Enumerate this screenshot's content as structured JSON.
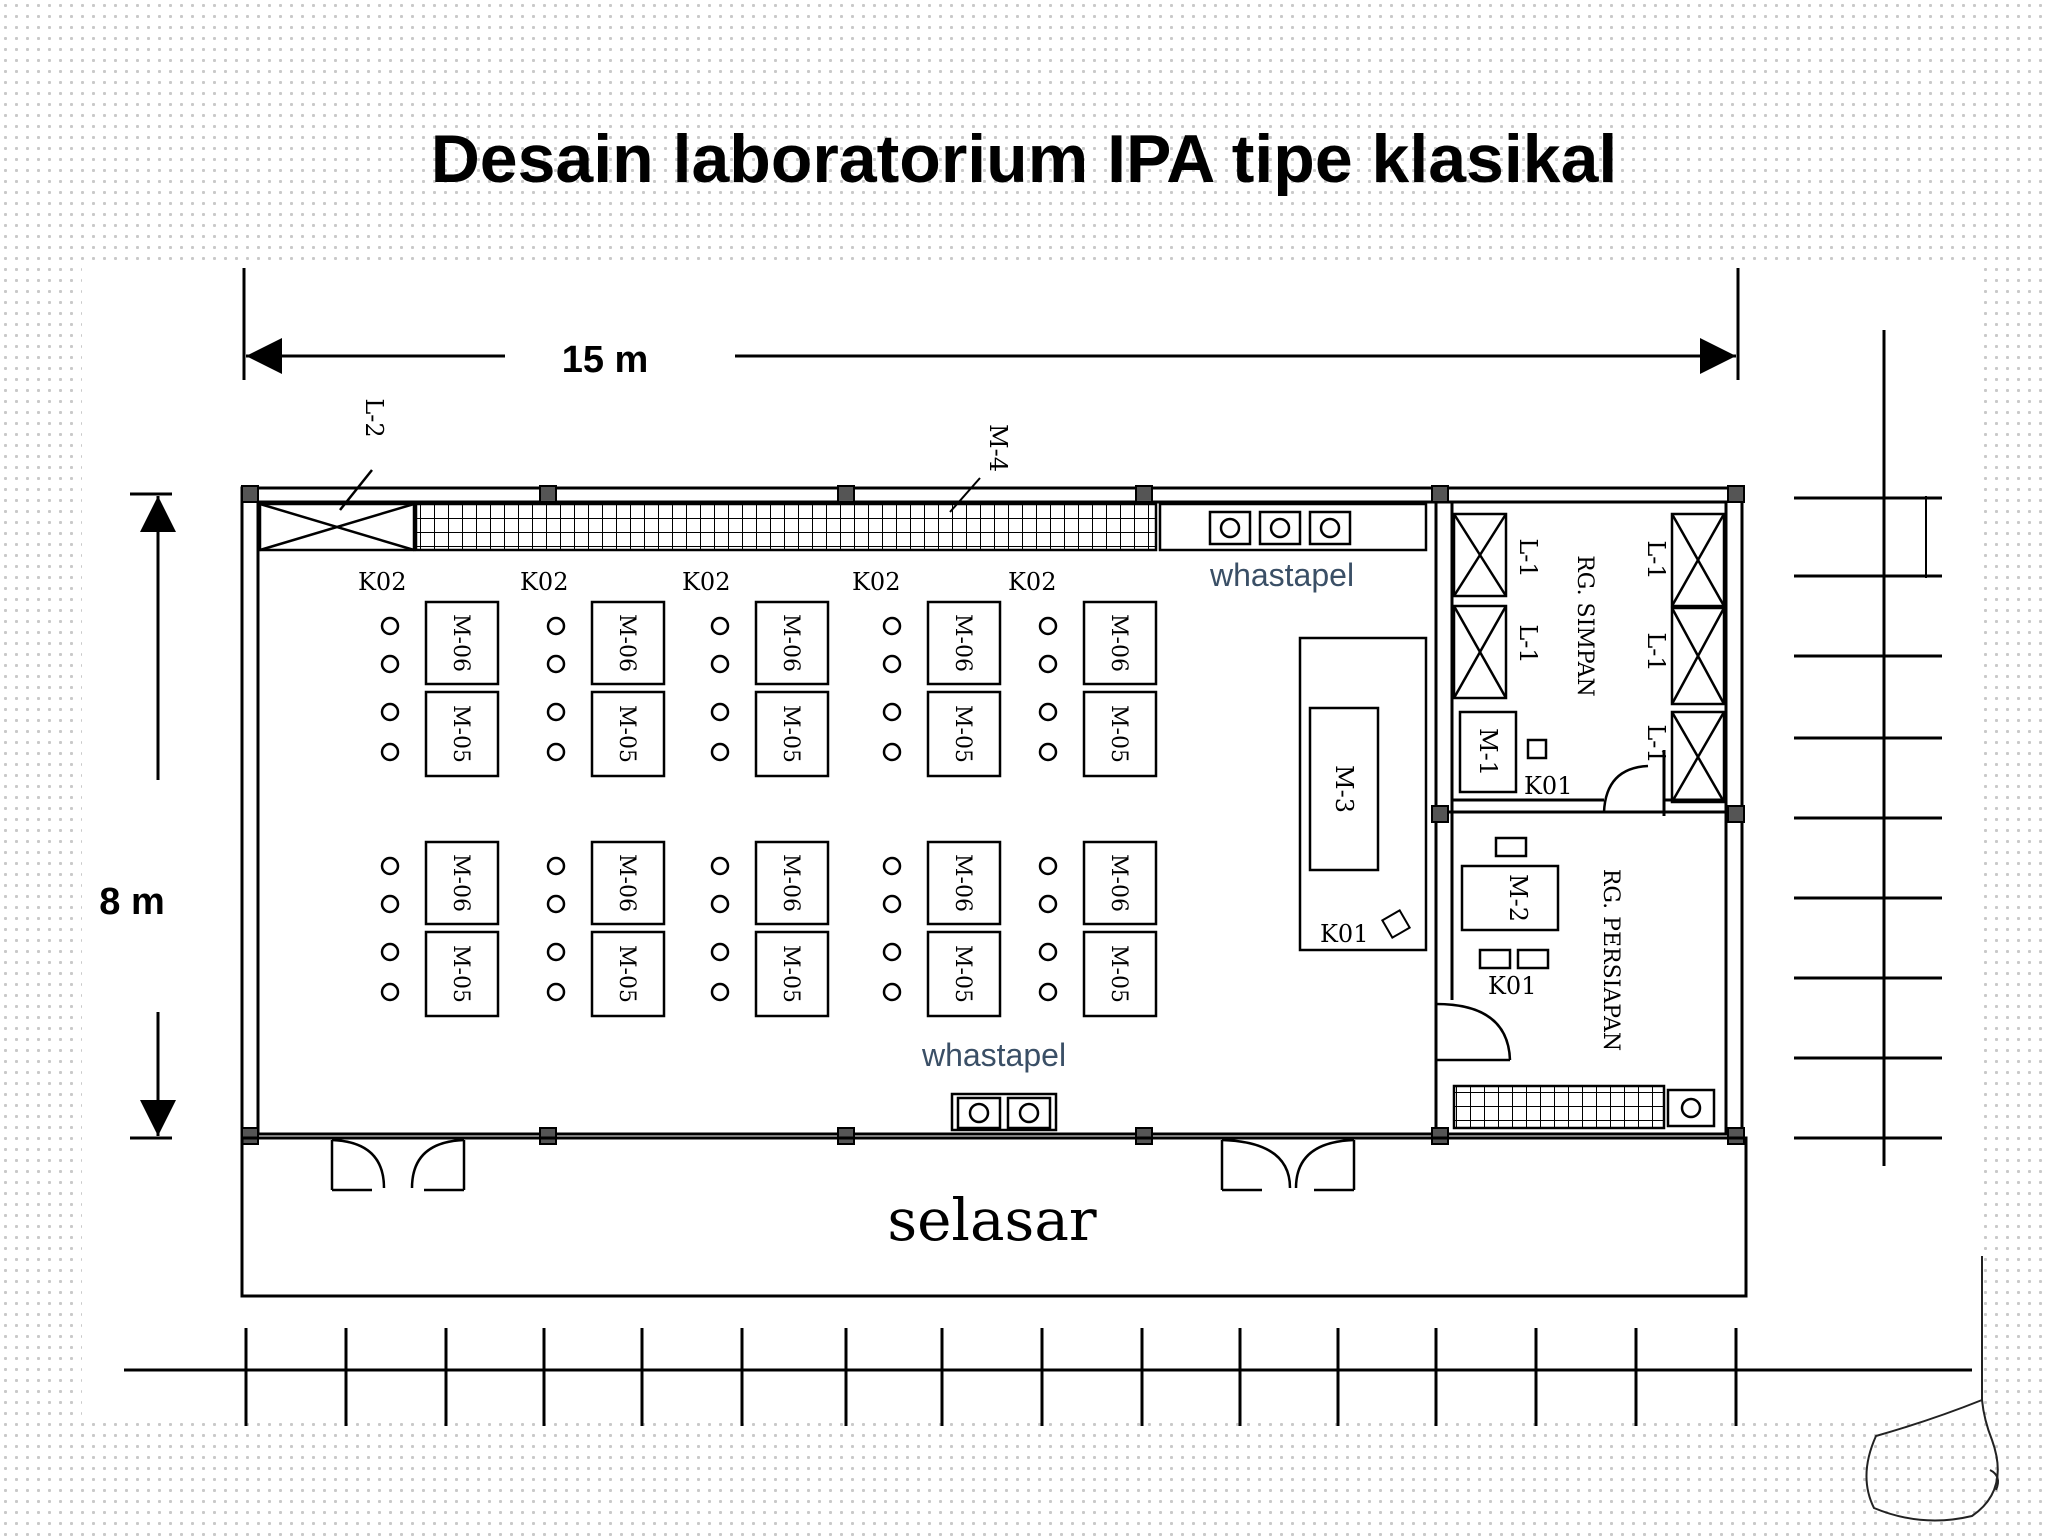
{
  "title": "Desain laboratorium IPA tipe klasikal",
  "dimensions": {
    "width": "15 m",
    "height": "8 m"
  },
  "labels": {
    "corridor": "selasar",
    "sink": "whastapel",
    "storage_room": "RG. SIMPAN",
    "prep_room": "RG. PERSIAPAN",
    "window_tag": "L-2",
    "counter_tag": "M-4",
    "cabinet_tag": "L-1",
    "demo_table": "M-3",
    "student_table_upper": "M-06",
    "student_table_lower": "M-05",
    "stool_tag": "K02",
    "chair_tag": "K01",
    "teacher_chair": "K01",
    "store_table": "M-1",
    "prep_table": "M-2"
  }
}
